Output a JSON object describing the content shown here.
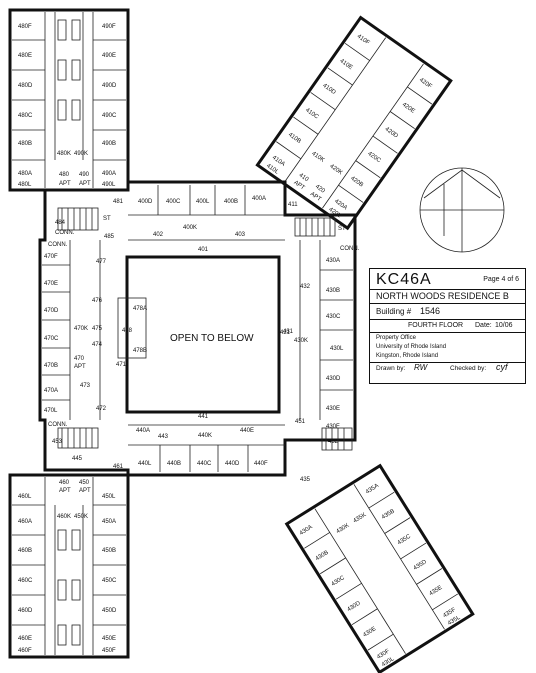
{
  "drawing": {
    "sheet_code": "KC46A",
    "page": "Page 4 of 6",
    "building_name": "NORTH WOODS RESIDENCE B",
    "building_label": "Building #",
    "building_number": "1546",
    "floor": "FOURTH FLOOR",
    "date_label": "Date:",
    "date": "10/06",
    "owner_lines": [
      "Property Office",
      "University of Rhode Island",
      "Kingston, Rhode Island"
    ],
    "drawn_label": "Drawn by:",
    "drawn_by": "RW",
    "checked_label": "Checked by:",
    "checked_by": "cyf"
  },
  "center_label": "OPEN TO BELOW",
  "rooms": {
    "nw_wing": [
      "480F",
      "480E",
      "480D",
      "480C",
      "480B",
      "480A",
      "480L",
      "490F",
      "490E",
      "490D",
      "490C",
      "490B",
      "490A",
      "490L",
      "480K",
      "490K",
      "480",
      "490",
      "APT",
      "APT"
    ],
    "ne_wing": [
      "410F",
      "410E",
      "410D",
      "410C",
      "410B",
      "410A",
      "410L",
      "420F",
      "420E",
      "420D",
      "420C",
      "420B",
      "420A",
      "420L",
      "410K",
      "420K",
      "410",
      "420",
      "APT",
      "APT"
    ],
    "sw_wing": [
      "460L",
      "460A",
      "460B",
      "460C",
      "460D",
      "460E",
      "460F",
      "450L",
      "450A",
      "450B",
      "450C",
      "450D",
      "450E",
      "450F",
      "460K",
      "450K",
      "460",
      "450",
      "APT",
      "APT"
    ],
    "se_wing": [
      "435A",
      "435B",
      "435C",
      "435D",
      "435E",
      "435F",
      "435L",
      "430A",
      "430B",
      "430C",
      "430D",
      "430E",
      "430F",
      "430L",
      "430K",
      "435K"
    ],
    "north_block": [
      "400D",
      "400C",
      "400L",
      "400B",
      "400A",
      "400K",
      "402",
      "403",
      "401",
      "411",
      "484",
      "481",
      "485",
      "ST",
      "ST",
      "CONN."
    ],
    "south_block": [
      "440A",
      "440B",
      "440C",
      "440D",
      "440E",
      "440F",
      "440K",
      "440L",
      "443",
      "441",
      "451",
      "452",
      "453",
      "435",
      "461",
      "445"
    ],
    "west_block": [
      "470F",
      "470E",
      "470D",
      "470C",
      "470B",
      "470A",
      "470L",
      "470K",
      "470",
      "477",
      "476",
      "475",
      "474",
      "473",
      "472",
      "471",
      "APT",
      "CONN.",
      "CONN."
    ],
    "east_block": [
      "430A",
      "430B",
      "430C",
      "430D",
      "430E",
      "430F",
      "430L",
      "430K",
      "431",
      "432",
      "CONN."
    ],
    "core": [
      "478A",
      "478",
      "478B",
      "421"
    ]
  }
}
